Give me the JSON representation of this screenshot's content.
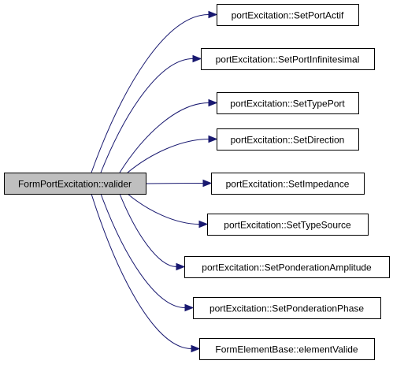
{
  "graph": {
    "source": {
      "id": "src",
      "label": "FormPortExcitation::valider",
      "fill": "#bfbfbf"
    },
    "targets": [
      {
        "id": "t1",
        "label": "portExcitation::SetPortActif"
      },
      {
        "id": "t2",
        "label": "portExcitation::SetPortInfinitesimal"
      },
      {
        "id": "t3",
        "label": "portExcitation::SetTypePort"
      },
      {
        "id": "t4",
        "label": "portExcitation::SetDirection"
      },
      {
        "id": "t5",
        "label": "portExcitation::SetImpedance"
      },
      {
        "id": "t6",
        "label": "portExcitation::SetTypeSource"
      },
      {
        "id": "t7",
        "label": "portExcitation::SetPonderationAmplitude"
      },
      {
        "id": "t8",
        "label": "portExcitation::SetPonderationPhase"
      },
      {
        "id": "t9",
        "label": "FormElementBase::elementValide"
      }
    ],
    "colors": {
      "node_fill": "#ffffff",
      "node_border": "#000000",
      "edge": "#191970"
    }
  }
}
